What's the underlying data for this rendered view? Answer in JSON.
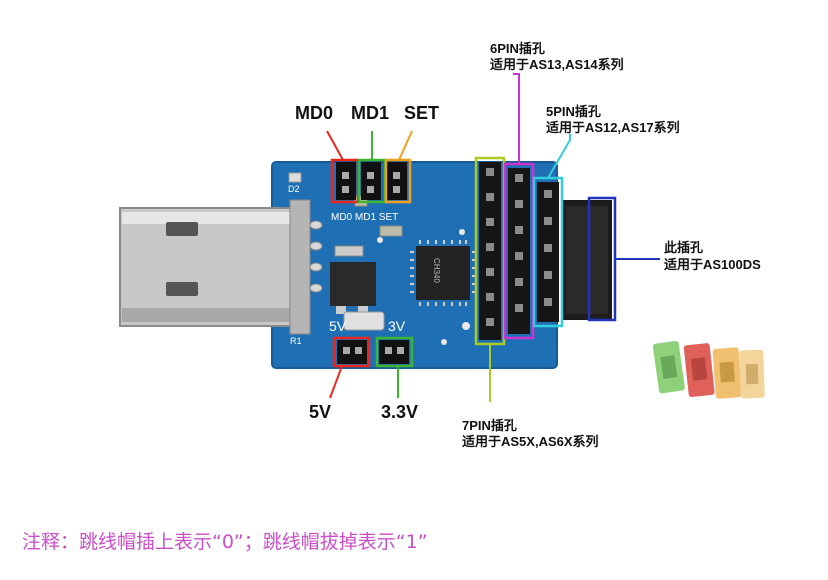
{
  "labels": {
    "md0": "MD0",
    "md1": "MD1",
    "set": "SET",
    "pin6_title": "6PIN插孔",
    "pin6_desc": "适用于AS13,AS14系列",
    "pin5_title": "5PIN插孔",
    "pin5_desc": "适用于AS12,AS17系列",
    "socket_title": "此插孔",
    "socket_desc": "适用于AS100DS",
    "pin7_title": "7PIN插孔",
    "pin7_desc": "适用于AS5X,AS6X系列",
    "v5": "5V",
    "v33": "3.3V"
  },
  "silkscreen": {
    "md_row": "MD0 MD1 SET",
    "v5": "5V",
    "v3": "3V",
    "d2": "D2",
    "r1": "R1",
    "chip": "CH340"
  },
  "note": "注释：跳线帽插上表示“0”；跳线帽拔掉表示“1”",
  "colors": {
    "md0": "#e8271e",
    "md1": "#3cb532",
    "set": "#f0a020",
    "pin6": "#cc33cc",
    "pin5": "#33ccdd",
    "socket": "#2233bb",
    "pin7": "#aacc22",
    "v5": "#e8271e",
    "v33": "#3cb532",
    "pcb": "#1f6fb5",
    "note": "#c94fc9"
  }
}
